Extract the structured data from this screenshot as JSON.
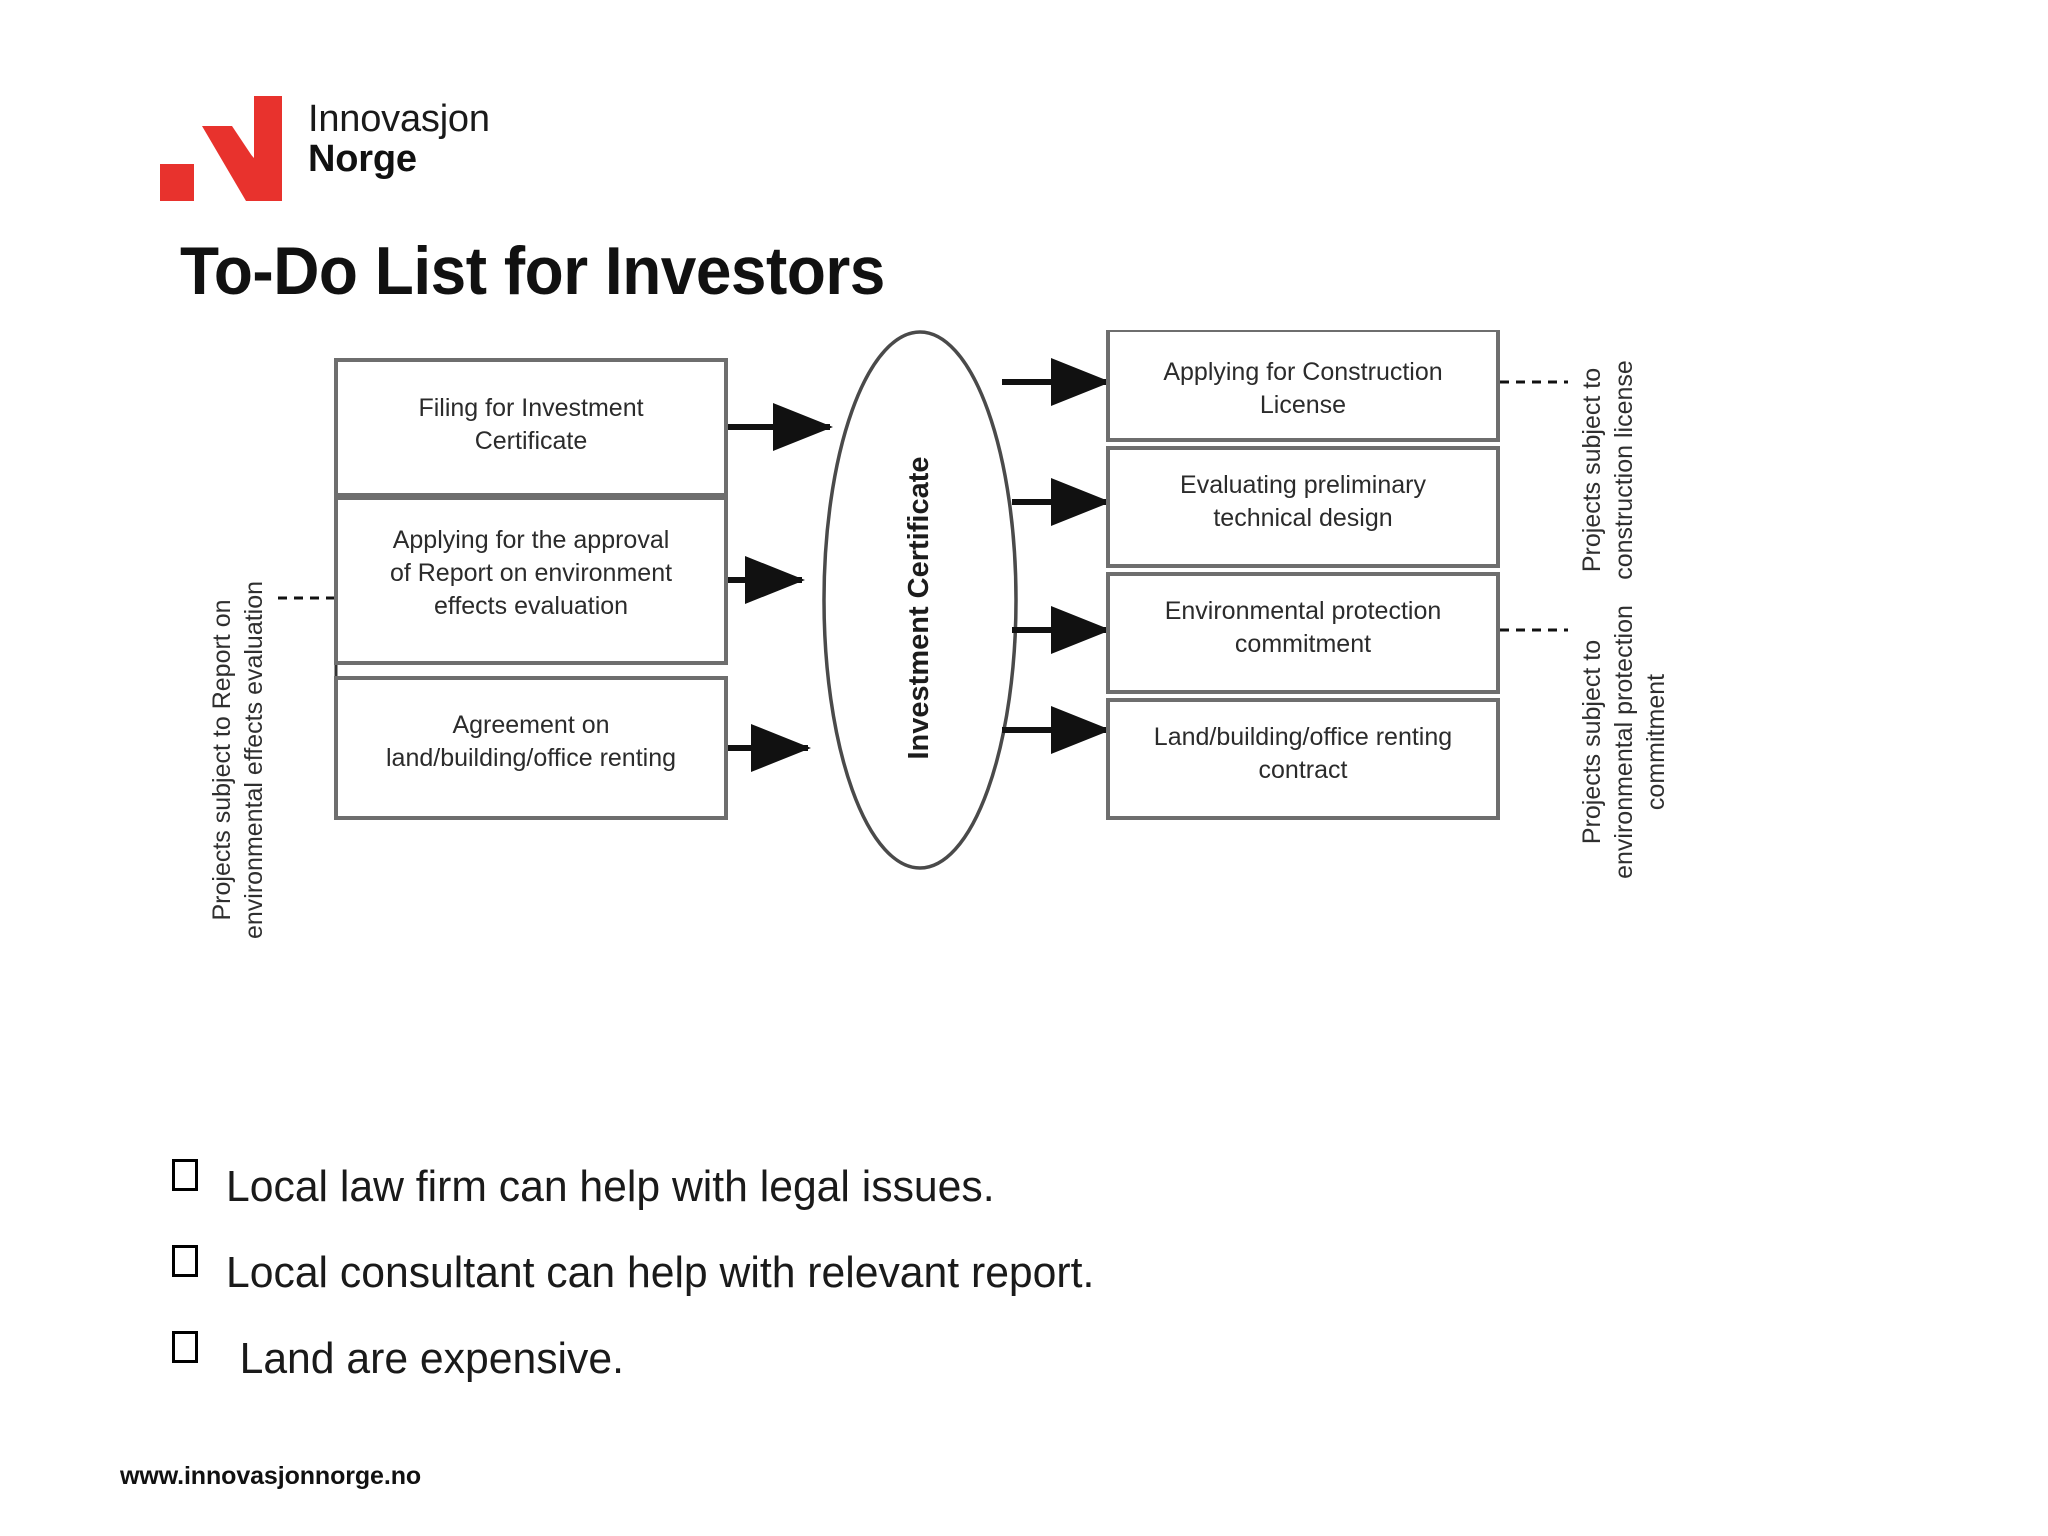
{
  "brand": {
    "logo_line1": "Innovasjon",
    "logo_line2": "Norge",
    "accent_color": "#E8322D"
  },
  "title": "To-Do List for Investors",
  "footer": "www.innovasjonnorge.no",
  "diagram": {
    "left_label": {
      "line1": "Projects subject to Report on",
      "line2": "environmental effects evaluation"
    },
    "center_node": "Investment Certificate",
    "left_boxes": [
      {
        "line1": "Filing for Investment",
        "line2": "Certificate"
      },
      {
        "line1": "Applying for the approval",
        "line2": "of Report on environment",
        "line3": "effects evaluation"
      },
      {
        "line1": "Agreement on",
        "line2": "land/building/office renting"
      }
    ],
    "right_boxes": [
      {
        "line1": "Applying for Construction",
        "line2": "License"
      },
      {
        "line1": "Evaluating preliminary",
        "line2": "technical design"
      },
      {
        "line1": "Environmental protection",
        "line2": "commitment"
      },
      {
        "line1": "Land/building/office renting",
        "line2": "contract"
      }
    ],
    "right_label_top": {
      "line1": "Projects subject to",
      "line2": "construction license"
    },
    "right_label_bottom": {
      "line1": "Projects subject to",
      "line2": "environmental protection",
      "line3": "commitment"
    }
  },
  "bullets": [
    {
      "text": "Local law firm can help with legal issues.",
      "indented": false
    },
    {
      "text": "Local consultant can help with relevant report.",
      "indented": false
    },
    {
      "text": "Land are expensive.",
      "indented": true
    }
  ]
}
